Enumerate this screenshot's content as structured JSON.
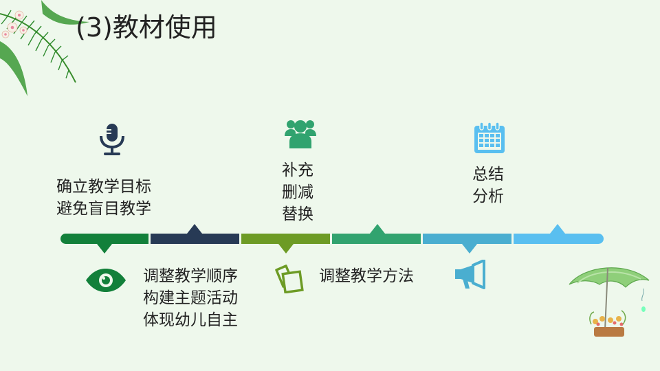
{
  "slide": {
    "title": "(3)教材使用"
  },
  "timeline": {
    "colors": [
      "#12803a",
      "#273a55",
      "#6d9b25",
      "#31a36f",
      "#4aaed0",
      "#59bff0"
    ],
    "top_items": [
      {
        "icon": "microphone-icon",
        "lines": [
          "确立教学目标",
          "避免盲目教学"
        ]
      },
      {
        "icon": "users-icon",
        "lines": [
          "补充",
          "删减",
          "替换"
        ]
      },
      {
        "icon": "calendar-icon",
        "lines": [
          "总结",
          "分析"
        ]
      }
    ],
    "bottom_items": [
      {
        "icon": "eye-icon",
        "lines": [
          "调整教学顺序",
          "构建主题活动",
          "体现幼儿自主"
        ]
      },
      {
        "icon": "copy-cards-icon",
        "lines": [
          "调整教学方法"
        ]
      },
      {
        "icon": "megaphone-icon",
        "lines": []
      }
    ]
  }
}
